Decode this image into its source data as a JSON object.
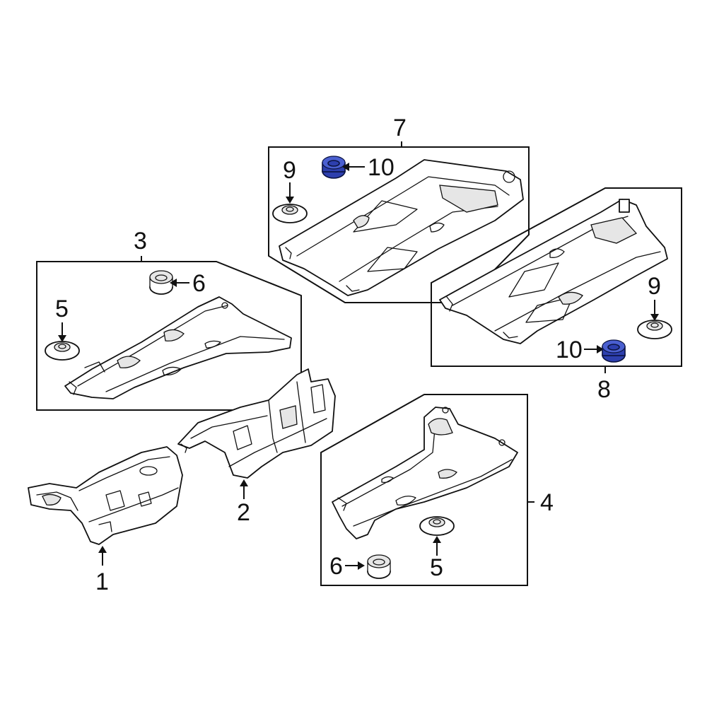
{
  "callouts": {
    "c1": "1",
    "c2": "2",
    "c3": "3",
    "c4": "4",
    "c5_left": "5",
    "c5_bottom": "5",
    "c6_left": "6",
    "c6_bottom": "6",
    "c7": "7",
    "c8": "8",
    "c9_left": "9",
    "c9_right": "9",
    "c10_top": "10",
    "c10_right": "10"
  },
  "colors": {
    "highlight": "#2d3fae",
    "line": "#111111",
    "background": "#ffffff"
  }
}
